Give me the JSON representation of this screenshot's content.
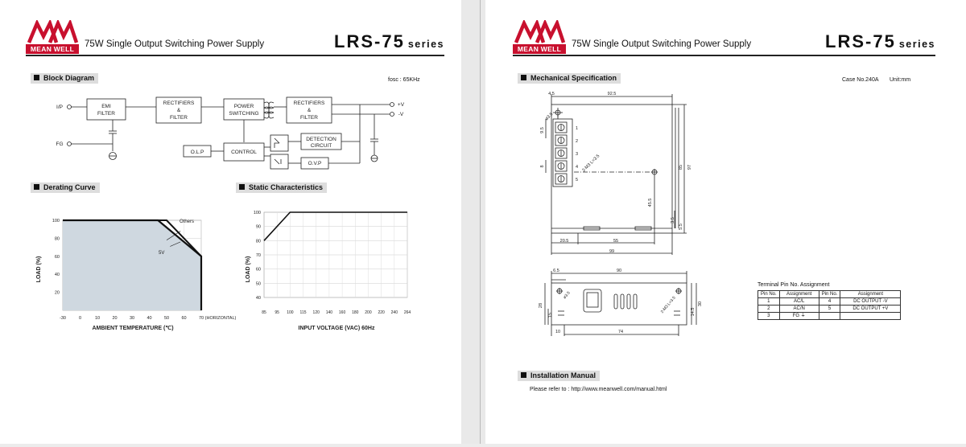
{
  "brand": {
    "logo_text": "MEAN WELL"
  },
  "header": {
    "title": "75W Single Output Switching Power Supply",
    "model": "LRS-75",
    "series": "series"
  },
  "block_diagram": {
    "title": "Block Diagram",
    "fosc": "fosc : 65KHz",
    "ip": "I/P",
    "fg": "FG",
    "emi": [
      "EMI",
      "FILTER"
    ],
    "rect1": [
      "RECTIFIERS",
      "&",
      "FILTER"
    ],
    "power": [
      "POWER",
      "SWITCHING"
    ],
    "rect2": [
      "RECTIFIERS",
      "&",
      "FILTER"
    ],
    "vplus": "+V",
    "vminus": "-V",
    "olp": "O.L.P",
    "control": "CONTROL",
    "detection": [
      "DETECTION",
      "CIRCUIT"
    ],
    "ovp": "O.V.P"
  },
  "derating": {
    "title": "Derating Curve",
    "ylabel": "LOAD (%)",
    "xlabel": "AMBIENT TEMPERATURE (℃)",
    "yticks": [
      "100",
      "80",
      "60",
      "40",
      "20"
    ],
    "xticks": [
      "-30",
      "0",
      "10",
      "20",
      "30",
      "40",
      "50",
      "60",
      "70 (HORIZONTAL)"
    ],
    "others_label": "Others",
    "v5_label": "5V"
  },
  "static": {
    "title": "Static Characteristics",
    "ylabel": "LOAD (%)",
    "xlabel": "INPUT VOLTAGE (VAC) 60Hz",
    "yticks": [
      "100",
      "90",
      "80",
      "70",
      "60",
      "50",
      "40"
    ],
    "xticks": [
      "85",
      "95",
      "100",
      "115",
      "120",
      "140",
      "160",
      "180",
      "200",
      "220",
      "240",
      "264"
    ]
  },
  "chart_data": [
    {
      "type": "line",
      "title": "Derating Curve",
      "xlabel": "AMBIENT TEMPERATURE (℃)",
      "ylabel": "LOAD (%)",
      "ylim": [
        0,
        100
      ],
      "series": [
        {
          "name": "Others",
          "x": [
            -30,
            50,
            70,
            70
          ],
          "y": [
            100,
            100,
            60,
            0
          ]
        },
        {
          "name": "5V",
          "x": [
            -30,
            45,
            70,
            70
          ],
          "y": [
            100,
            100,
            60,
            0
          ]
        }
      ]
    },
    {
      "type": "line",
      "title": "Static Characteristics",
      "xlabel": "INPUT VOLTAGE (VAC) 60Hz",
      "ylabel": "LOAD (%)",
      "ylim": [
        40,
        100
      ],
      "series": [
        {
          "x": [
            85,
            100,
            264
          ],
          "y": [
            80,
            100,
            100
          ]
        }
      ]
    }
  ],
  "mechanical": {
    "title": "Mechanical Specification",
    "case": "Case No.240A",
    "unit": "Unit:mm",
    "dims": {
      "d92_5": "92.5",
      "d4_5": "4.5",
      "d9_5": "9.5",
      "d8": "8",
      "d3_5": "ø3.5",
      "screw": "2-M3 L=3.5",
      "d85": "85",
      "d97": "97",
      "d45_5": "45.5",
      "d3_5b": "3.5",
      "d5_5": "5.5",
      "d20_5": "20.5",
      "d55": "55",
      "d99": "99",
      "d6_5": "6.5",
      "d90": "90",
      "d28": "28",
      "d15": "15",
      "d14_5": "14.5",
      "d30": "30",
      "d10": "10",
      "d74": "74",
      "screw2": "2-M3 L=3.5",
      "pins": [
        "1",
        "2",
        "3",
        "4",
        "5"
      ]
    }
  },
  "pin_table": {
    "title": "Terminal Pin No.  Assignment",
    "headers": [
      "Pin No.",
      "Assignment",
      "Pin No.",
      "Assignment"
    ],
    "rows": [
      [
        "1",
        "AC/L",
        "4",
        "DC OUTPUT -V"
      ],
      [
        "2",
        "AC/N",
        "5",
        "DC OUTPUT +V"
      ],
      [
        "3",
        "FG ⏚",
        "",
        ""
      ]
    ]
  },
  "installation": {
    "title": "Installation Manual",
    "text": "Please refer to : http://www.meanwell.com/manual.html"
  }
}
